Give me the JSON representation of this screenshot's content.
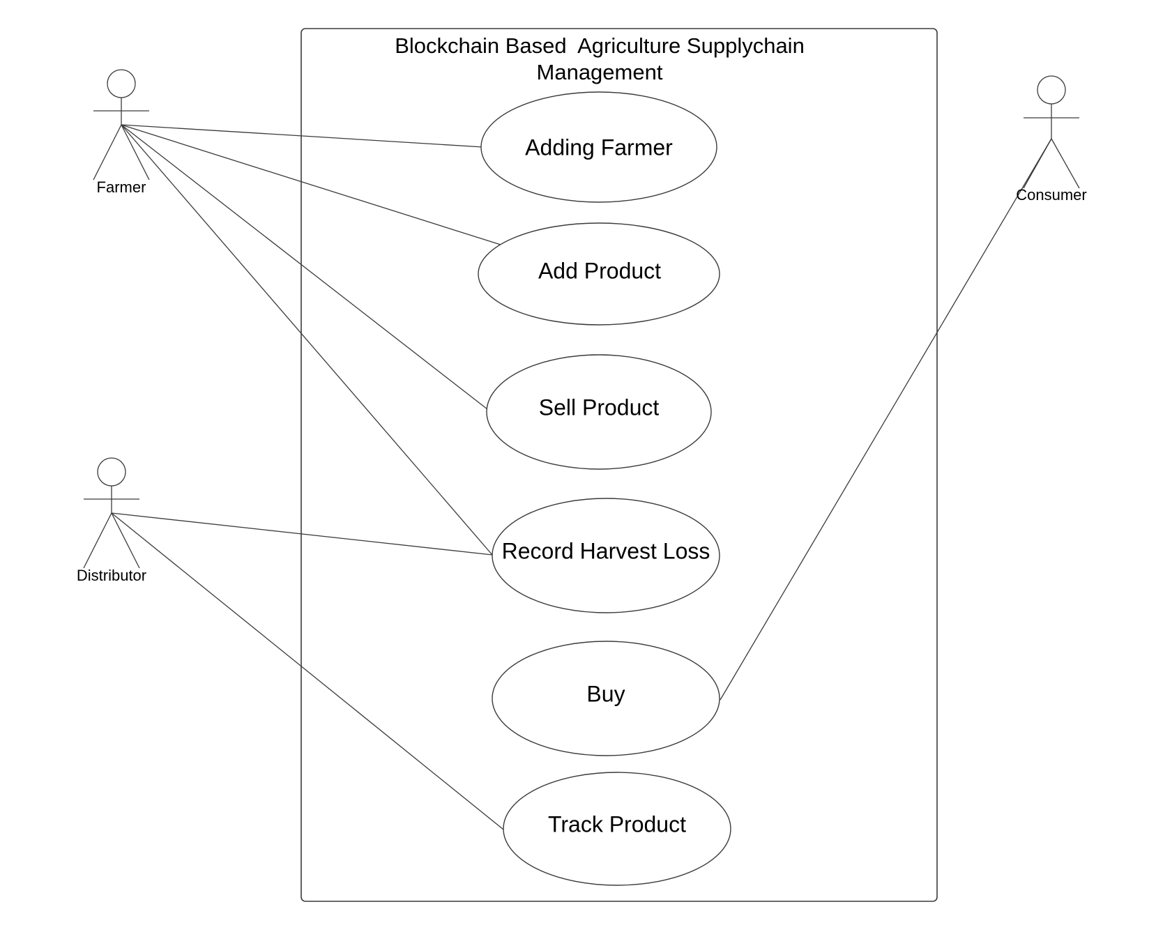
{
  "system": {
    "title_line1": "Blockchain Based  Agriculture Supplychain",
    "title_line2": "Management"
  },
  "actors": [
    {
      "id": "farmer",
      "name": "Farmer"
    },
    {
      "id": "distributor",
      "name": "Distributor"
    },
    {
      "id": "consumer",
      "name": "Consumer"
    }
  ],
  "use_cases": [
    {
      "id": "adding-farmer",
      "label": "Adding Farmer"
    },
    {
      "id": "add-product",
      "label": "Add Product"
    },
    {
      "id": "sell-product",
      "label": "Sell Product"
    },
    {
      "id": "record-harvest-loss",
      "label": "Record Harvest Loss"
    },
    {
      "id": "buy",
      "label": "Buy"
    },
    {
      "id": "track-product",
      "label": "Track Product"
    }
  ],
  "associations": [
    {
      "actor": "farmer",
      "use_case": "adding-farmer"
    },
    {
      "actor": "farmer",
      "use_case": "add-product"
    },
    {
      "actor": "farmer",
      "use_case": "sell-product"
    },
    {
      "actor": "farmer",
      "use_case": "record-harvest-loss"
    },
    {
      "actor": "distributor",
      "use_case": "record-harvest-loss"
    },
    {
      "actor": "distributor",
      "use_case": "track-product"
    },
    {
      "actor": "consumer",
      "use_case": "buy"
    }
  ]
}
